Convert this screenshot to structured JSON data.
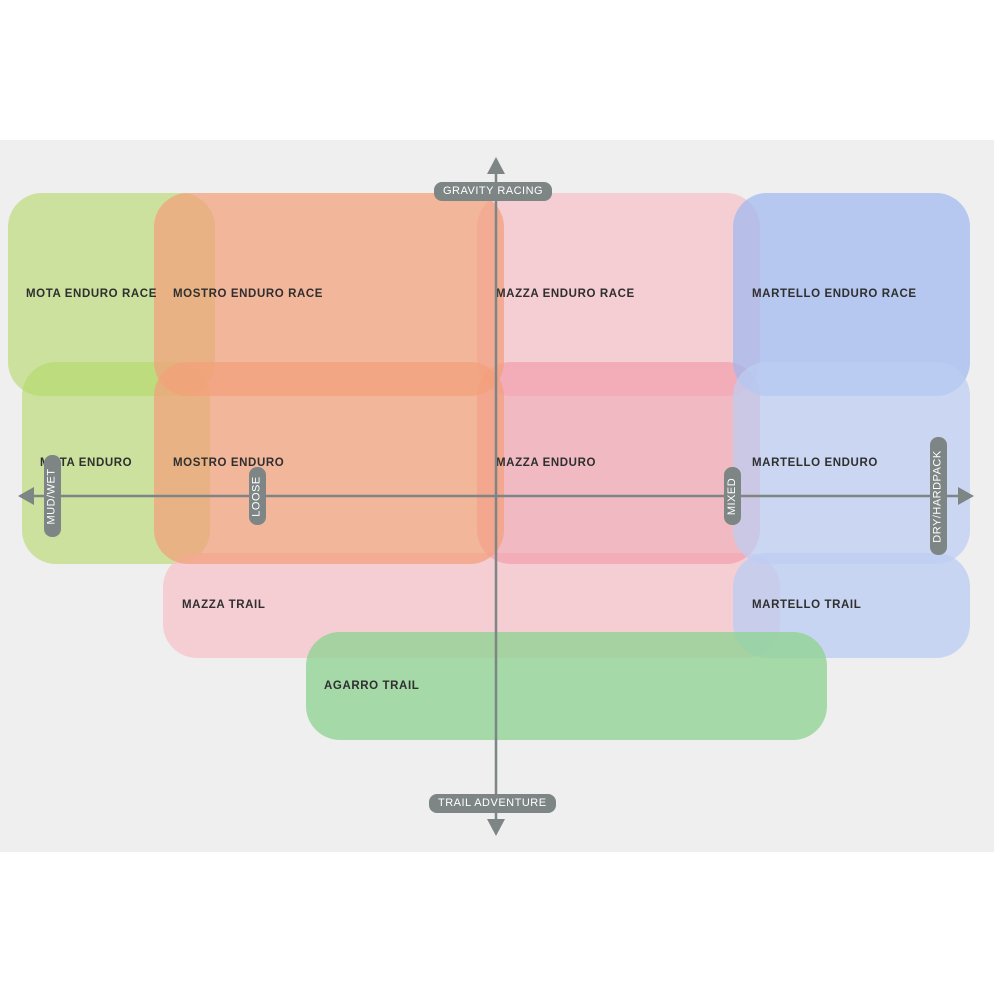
{
  "zones": [
    {
      "id": "mota-enduro-race",
      "label": "MOTA ENDURO RACE",
      "color": "#b5d86a"
    },
    {
      "id": "mota-enduro",
      "label": "MOTA ENDURO",
      "color": "#b5d86a"
    },
    {
      "id": "mazza-trail",
      "label": "MAZZA TRAIL",
      "color": "#f7c3cb"
    },
    {
      "id": "mazza-enduro-race",
      "label": "MAZZA ENDURO RACE",
      "color": "#f7c3cb"
    },
    {
      "id": "mazza-enduro",
      "label": "MAZZA ENDURO",
      "color": "#f29aa8"
    },
    {
      "id": "martello-enduro-race",
      "label": "MARTELLO ENDURO RACE",
      "color": "#9fb8ee"
    },
    {
      "id": "martello-enduro",
      "label": "MARTELLO ENDURO",
      "color": "#bccdf2"
    },
    {
      "id": "martello-trail",
      "label": "MARTELLO TRAIL",
      "color": "#bccdf2"
    },
    {
      "id": "mostro-enduro-race",
      "label": "MOSTRO ENDURO RACE",
      "color": "#f2a07a"
    },
    {
      "id": "mostro-enduro",
      "label": "MOSTRO ENDURO",
      "color": "#f2a07a"
    },
    {
      "id": "agarro-trail",
      "label": "AGARRO TRAIL",
      "color": "#8fd494"
    }
  ],
  "axes": {
    "top": "GRAVITY RACING",
    "bottom": "TRAIL ADVENTURE",
    "left": "MUD/WET",
    "loose": "LOOSE",
    "mixed": "MIXED",
    "right": "DRY/HARDPACK",
    "color": "#7e8585"
  }
}
